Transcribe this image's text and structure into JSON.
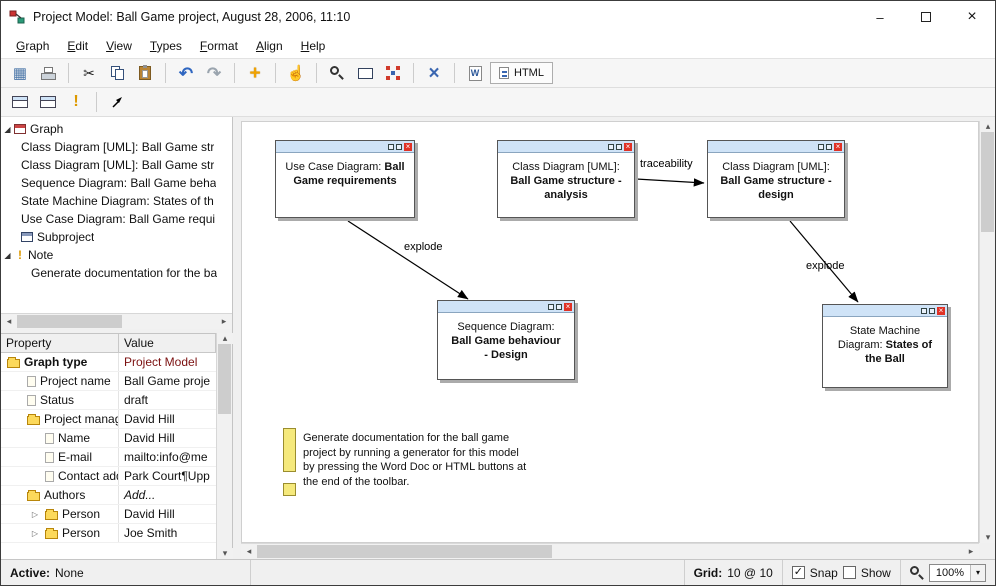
{
  "window": {
    "title": "Project Model: Ball Game project, August 28, 2006, 11:10"
  },
  "menu": {
    "items": [
      "Graph",
      "Edit",
      "View",
      "Types",
      "Format",
      "Align",
      "Help"
    ]
  },
  "toolbar": {
    "html_label": "HTML",
    "word_label": "W"
  },
  "icons": {
    "diagram_grid": "▦",
    "scissors": "✂",
    "undo": "↶",
    "redo": "↷",
    "plus": "+",
    "hand": "☝",
    "delete_x": "×",
    "note_tool": "!",
    "tree_expanded": "◢",
    "tree_collapsed": "▷",
    "up": "▴",
    "down": "▾",
    "left": "◂",
    "right": "▸",
    "check": "✓",
    "close_x": "×",
    "minimize": "–",
    "node_close": "×"
  },
  "tree": {
    "items": [
      {
        "label": "Graph"
      },
      {
        "label": "Class Diagram [UML]: Ball Game str"
      },
      {
        "label": "Class Diagram [UML]: Ball Game str"
      },
      {
        "label": "Sequence Diagram: Ball Game beha"
      },
      {
        "label": "State Machine Diagram: States of th"
      },
      {
        "label": "Use Case Diagram: Ball Game requi"
      },
      {
        "label": "Subproject"
      },
      {
        "label": "Note"
      },
      {
        "label": "Generate documentation for the ba"
      }
    ]
  },
  "properties": {
    "headers": {
      "property": "Property",
      "value": "Value"
    },
    "rows": [
      {
        "label": "Graph type",
        "value": "Project Model"
      },
      {
        "label": "Project name",
        "value": "Ball Game proje"
      },
      {
        "label": "Status",
        "value": "draft"
      },
      {
        "label": "Project manag",
        "value": "David Hill"
      },
      {
        "label": "Name",
        "value": "David Hill"
      },
      {
        "label": "E-mail",
        "value": "mailto:info@me"
      },
      {
        "label": "Contact add",
        "value": "Park Court¶Upp"
      },
      {
        "label": "Authors",
        "value": "Add..."
      },
      {
        "label": "Person",
        "value": "David Hill"
      },
      {
        "label": "Person",
        "value": "Joe Smith"
      }
    ]
  },
  "canvas": {
    "nodes": [
      {
        "prefix": "Use Case Diagram:",
        "bold": "Ball Game requirements"
      },
      {
        "prefix": "Class Diagram [UML]:",
        "bold": "Ball Game structure - analysis"
      },
      {
        "prefix": "Class Diagram [UML]:",
        "bold": "Ball Game structure - design"
      },
      {
        "prefix": "Sequence Diagram:",
        "bold": "Ball Game behaviour - Design"
      },
      {
        "prefix": "State Machine Diagram:",
        "bold": "States of the Ball"
      }
    ],
    "edges": [
      {
        "label": "traceability"
      },
      {
        "label": "explode"
      },
      {
        "label": "explode"
      }
    ],
    "note_text": "Generate documentation for the ball game project by running a generator for this model by pressing the Word Doc or HTML buttons at the end of the toolbar."
  },
  "statusbar": {
    "active_label": "Active:",
    "active_value": "None",
    "grid_label": "Grid:",
    "grid_value": "10 @ 10",
    "snap_label": "Snap",
    "show_label": "Show",
    "zoom_value": "100%"
  }
}
